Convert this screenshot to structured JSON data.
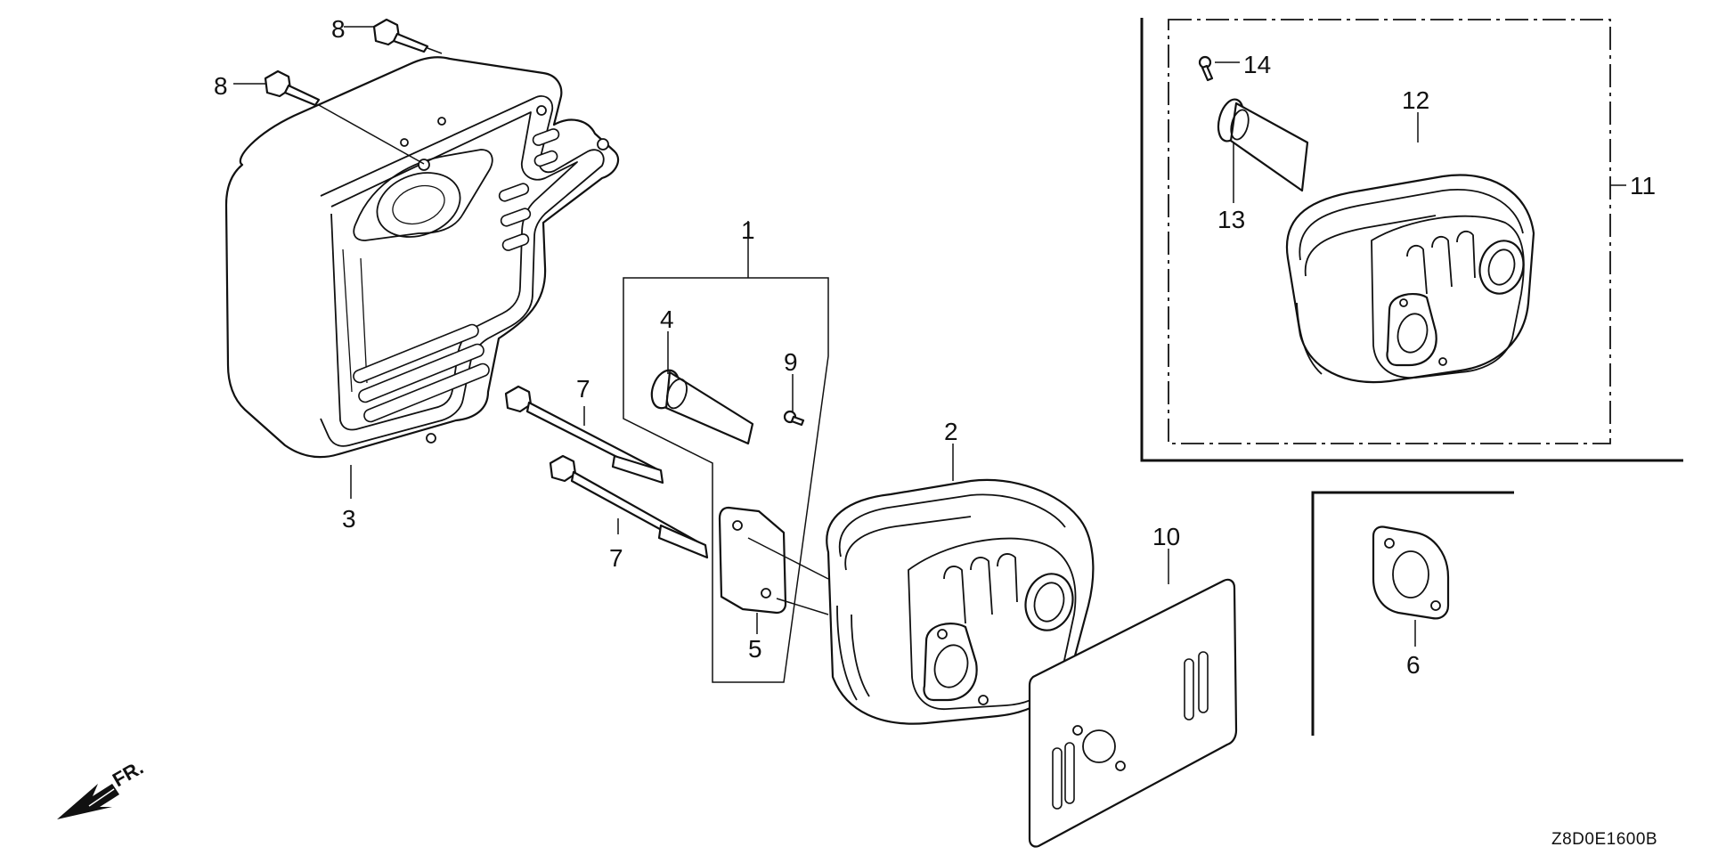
{
  "diagram": {
    "callouts": {
      "c1": "1",
      "c2": "2",
      "c3": "3",
      "c4": "4",
      "c5": "5",
      "c6": "6",
      "c7a": "7",
      "c7b": "7",
      "c8a": "8",
      "c8b": "8",
      "c9": "9",
      "c10": "10",
      "c11": "11",
      "c12": "12",
      "c13": "13",
      "c14": "14"
    },
    "direction_label": "FR.",
    "diagram_code": "Z8D0E1600B"
  },
  "icons": {
    "direction": "front-direction-arrow-icon"
  }
}
